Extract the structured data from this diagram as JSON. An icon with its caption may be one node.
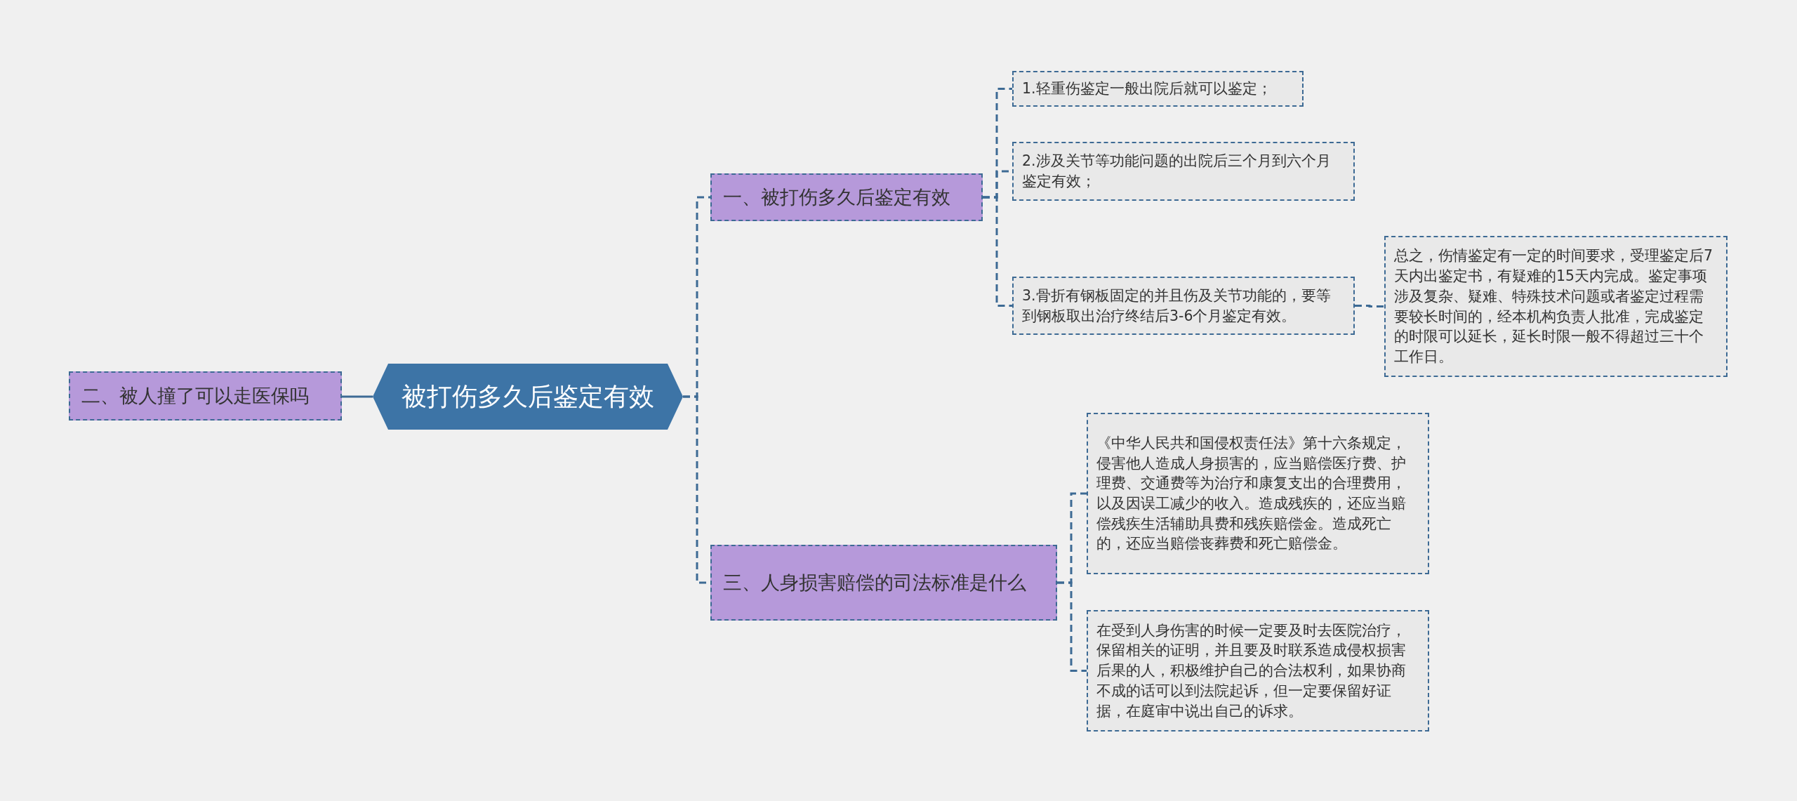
{
  "diagram": {
    "nodes": [
      {
        "text": [
          "被打伤多久后鉴定有效"
        ]
      },
      {
        "text": [
          "一、被打伤多久后鉴定有效"
        ]
      },
      {
        "text": [
          "1.轻重伤鉴定一般出院后就可以鉴定；"
        ]
      },
      {
        "text": [
          "2.涉及关节等功能问题的出院后三个月到六个月鉴定有效；"
        ]
      },
      {
        "text": [
          "3.骨折有钢板固定的并且伤及关节功能的，要等到钢板取出治疗终结后3-6个月鉴定有效。"
        ]
      },
      {
        "text": [
          "总之，伤情鉴定有一定的时间要求，受理鉴定后7天内出鉴定书，有疑难的15天内完成。鉴定事项涉及复杂、疑难、特殊技术问题或者鉴定过程需要较长时间的，经本机构负责人批准，完成鉴定的时限可以延长，延长时限一般不得超过三十个工作日。"
        ]
      },
      {
        "text": [
          "三、人身损害赔偿的司法标准是什么"
        ]
      },
      {
        "text": [
          "《中华人民共和国侵权责任法》第十六条规定，侵害他人造成人身损害的，应当赔偿医疗费、护理费、交通费等为治疗和康复支出的合理费用，以及因误工减少的收入。造成残疾的，还应当赔偿残疾生活辅助具费和残疾赔偿金。造成死亡的，还应当赔偿丧葬费和死亡赔偿金。"
        ]
      },
      {
        "text": [
          "在受到人身伤害的时候一定要及时去医院治疗，保留相关的证明，并且要及时联系造成侵权损害后果的人，积极维护自己的合法权利，如果协商不成的话可以到法院起诉，但一定要保留好证据，在庭审中说出自己的诉求。"
        ]
      },
      {
        "text": [
          "二、被人撞了可以走医保吗"
        ]
      }
    ],
    "edges": [
      {
        "from": 0,
        "to": 1,
        "arrow": "none",
        "style": "dashed"
      },
      {
        "from": 1,
        "to": 2,
        "arrow": "none",
        "style": "dashed"
      },
      {
        "from": 1,
        "to": 3,
        "arrow": "none",
        "style": "dashed"
      },
      {
        "from": 1,
        "to": 4,
        "arrow": "none",
        "style": "dashed"
      },
      {
        "from": 4,
        "to": 5,
        "arrow": "none",
        "style": "dashed"
      },
      {
        "from": 0,
        "to": 6,
        "arrow": "none",
        "style": "dashed"
      },
      {
        "from": 6,
        "to": 7,
        "arrow": "none",
        "style": "dashed"
      },
      {
        "from": 6,
        "to": 8,
        "arrow": "none",
        "style": "dashed"
      },
      {
        "from": 0,
        "to": 9,
        "arrow": "none"
      }
    ]
  }
}
